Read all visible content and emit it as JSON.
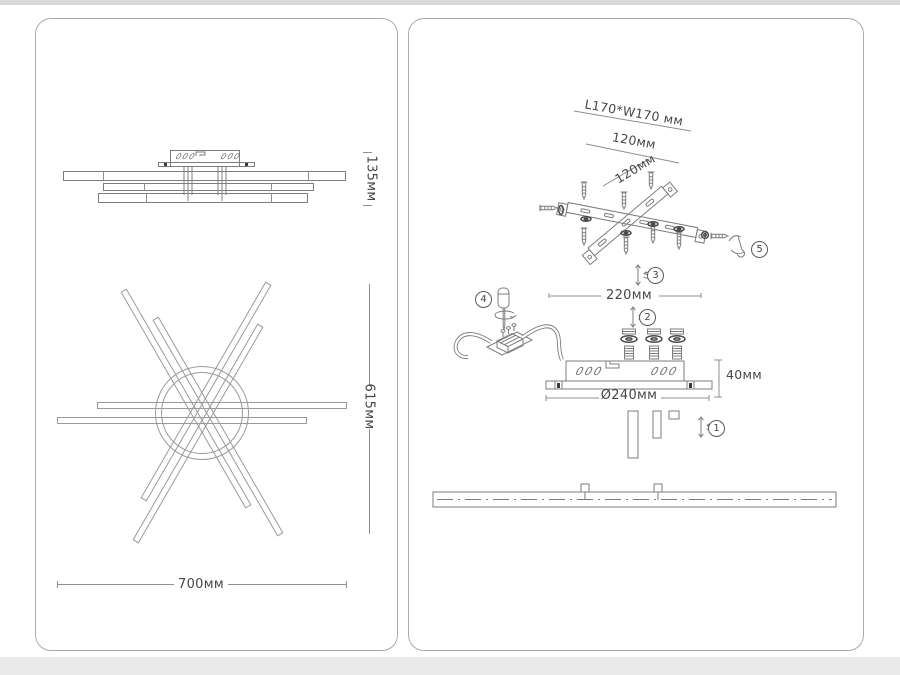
{
  "colors": {
    "line": "#8a8a8a",
    "text": "#474747",
    "panel_border": "#ababab"
  },
  "left_panel": {
    "side_view": {
      "holes_left": "000",
      "holes_right": "000"
    },
    "dims": {
      "height": "135мм",
      "span": "615мм",
      "width": "700мм"
    }
  },
  "right_panel": {
    "dims": {
      "bracket_size": "L170*W170 мм",
      "spacing_a": "120мм",
      "spacing_b": "120мм",
      "canopy_width": "220мм",
      "canopy_height": "40мм",
      "base_diameter": "Ø240мм"
    },
    "canopy": {
      "holes_left": "000",
      "holes_right": "000"
    },
    "steps": {
      "s1": "1",
      "s2": "2",
      "s3": "3",
      "s4": "4",
      "s5": "5"
    }
  }
}
